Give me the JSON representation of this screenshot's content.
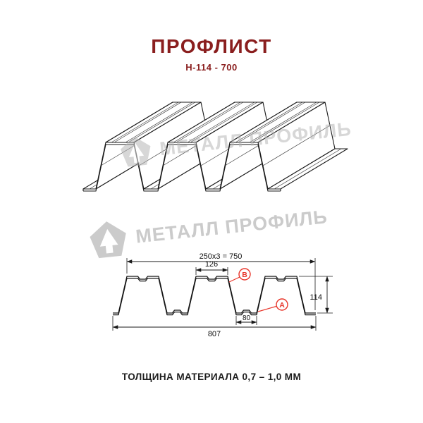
{
  "header": {
    "title": "ПРОФЛИСТ",
    "subtitle": "Н-114 - 700"
  },
  "watermark": {
    "text": "МЕТАЛЛ ПРОФИЛЬ"
  },
  "section_dims": {
    "pitch_total": "250х3 = 750",
    "crest_width": "126",
    "valley_width": "80",
    "overall_width": "807",
    "profile_height": "114",
    "label_a": "А",
    "label_b": "В"
  },
  "footer": {
    "material_note": "ТОЛЩИНА МАТЕРИАЛА 0,7 – 1,0 ММ"
  },
  "colors": {
    "title": "#8a1e1e",
    "accent_red": "#e8362b",
    "watermark": "#b3b3b3",
    "line": "#1a1a1a"
  }
}
